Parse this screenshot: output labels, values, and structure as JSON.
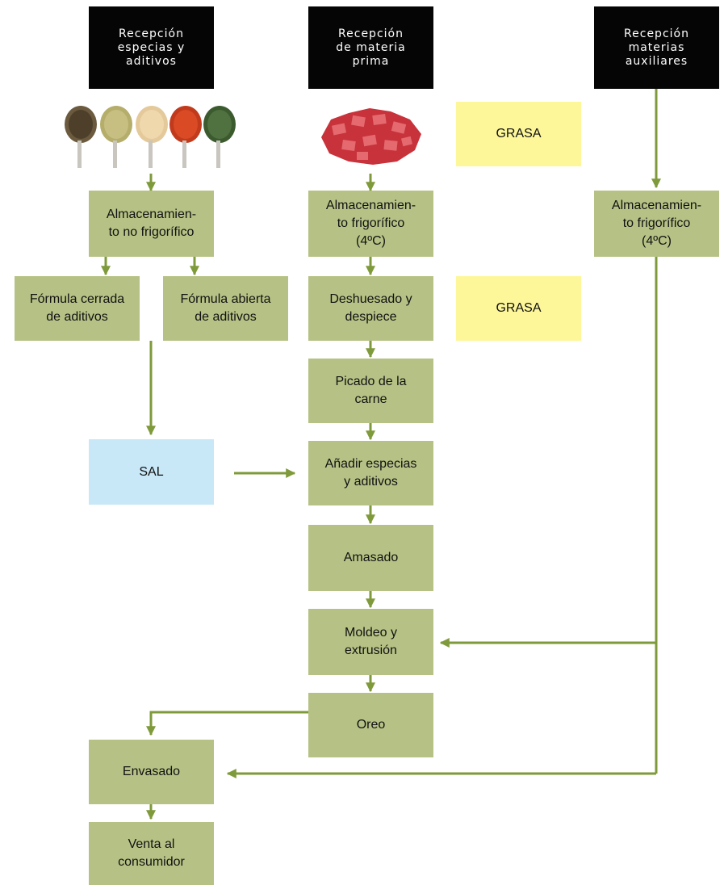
{
  "headers": {
    "spices": "Recepción\nespecias y\naditivos",
    "raw": "Recepción\nde materia\nprima",
    "aux": "Recepción\nmaterias\nauxiliares"
  },
  "steps": {
    "storage_dry": "Almacenamien-\nto no frigorífico",
    "closed_formula": "Fórmula cerrada\nde aditivos",
    "open_formula": "Fórmula abierta\nde aditivos",
    "storage_cold_raw": "Almacenamien-\nto frigorífico\n(4ºC)",
    "deboning": "Deshuesado y\ndespiece",
    "mincing": "Picado de la\ncarne",
    "add_spices": "Añadir especias\ny aditivos",
    "kneading": "Amasado",
    "molding": "Moldeo y\nextrusión",
    "drying": "Oreo",
    "storage_cold_aux": "Almacenamien-\nto frigorífico\n(4ºC)",
    "packaging": "Envasado",
    "sale": "Venta al\nconsumidor"
  },
  "side_inputs": {
    "fat_1": "GRASA",
    "fat_2": "GRASA",
    "salt": "SAL"
  },
  "colors": {
    "header_bg": "#050505",
    "step_bg": "#b6c285",
    "fat_bg": "#fdf79a",
    "salt_bg": "#c8e7f7",
    "arrow": "#7f9a3a"
  },
  "images": {
    "spices": "spice-spoons-photo",
    "meat": "diced-meat-photo"
  }
}
